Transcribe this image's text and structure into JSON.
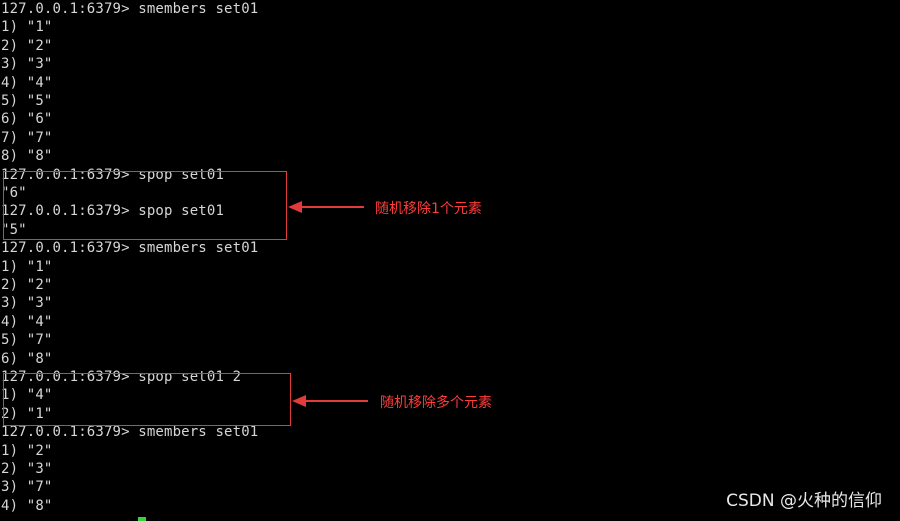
{
  "terminal": {
    "partial_top": "· · · ·",
    "lines": [
      "127.0.0.1:6379> smembers set01",
      "1) \"1\"",
      "2) \"2\"",
      "3) \"3\"",
      "4) \"4\"",
      "5) \"5\"",
      "6) \"6\"",
      "7) \"7\"",
      "8) \"8\"",
      "127.0.0.1:6379> spop set01",
      "\"6\"",
      "127.0.0.1:6379> spop set01",
      "\"5\"",
      "127.0.0.1:6379> smembers set01",
      "1) \"1\"",
      "2) \"2\"",
      "3) \"3\"",
      "4) \"4\"",
      "5) \"7\"",
      "6) \"8\"",
      "127.0.0.1:6379> spop set01 2",
      "1) \"4\"",
      "2) \"1\"",
      "127.0.0.1:6379> smembers set01",
      "1) \"2\"",
      "2) \"3\"",
      "3) \"7\"",
      "4) \"8\""
    ]
  },
  "annotations": {
    "spop_single": "随机移除1个元素",
    "spop_multiple": "随机移除多个元素"
  },
  "watermark": "CSDN @火种的信仰",
  "colors": {
    "background": "#000000",
    "text": "#d6d6d6",
    "annotation": "#ff3b3b",
    "cursor": "#3ad13a"
  }
}
